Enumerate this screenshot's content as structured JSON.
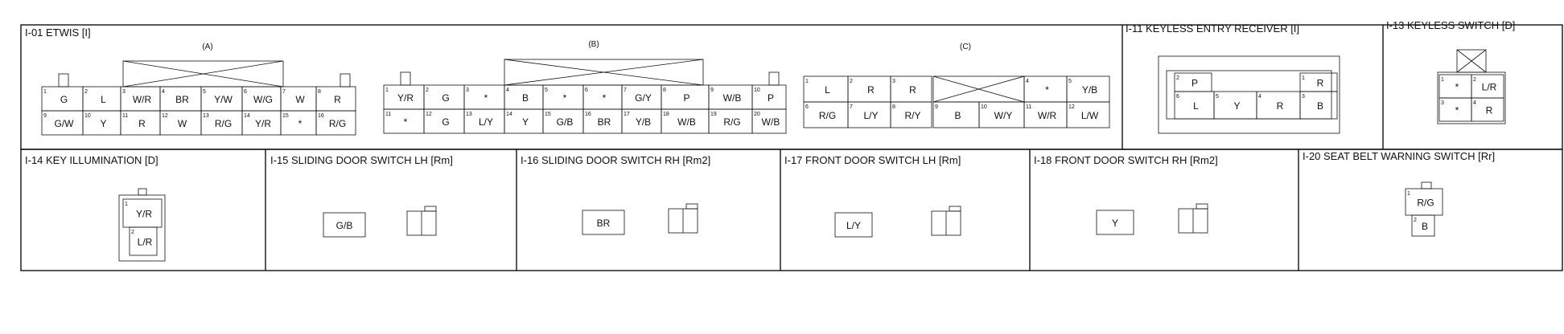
{
  "panels": {
    "i01": {
      "title": "I-01 ETWIS [I]",
      "subconnectors": [
        "(A)",
        "(B)",
        "(C)"
      ],
      "a_top": [
        [
          "1",
          "G"
        ],
        [
          "2",
          "L"
        ],
        [
          "3",
          "W/R"
        ],
        [
          "4",
          "BR"
        ],
        [
          "5",
          "Y/W"
        ],
        [
          "6",
          "W/G"
        ],
        [
          "7",
          "W"
        ],
        [
          "8",
          "R"
        ]
      ],
      "a_bot": [
        [
          "9",
          "G/W"
        ],
        [
          "10",
          "Y"
        ],
        [
          "11",
          "R"
        ],
        [
          "12",
          "W"
        ],
        [
          "13",
          "R/G"
        ],
        [
          "14",
          "Y/R"
        ],
        [
          "15",
          "*"
        ],
        [
          "16",
          "R/G"
        ]
      ],
      "b_top": [
        [
          "1",
          "Y/R"
        ],
        [
          "2",
          "G"
        ],
        [
          "3",
          "*"
        ],
        [
          "4",
          "B"
        ],
        [
          "5",
          "*"
        ],
        [
          "6",
          "*"
        ],
        [
          "7",
          "G/Y"
        ],
        [
          "8",
          "P"
        ],
        [
          "9",
          "W/B"
        ],
        [
          "10",
          "P"
        ]
      ],
      "b_bot": [
        [
          "11",
          "*"
        ],
        [
          "12",
          "G"
        ],
        [
          "13",
          "L/Y"
        ],
        [
          "14",
          "Y"
        ],
        [
          "15",
          "G/B"
        ],
        [
          "16",
          "BR"
        ],
        [
          "17",
          "Y/B"
        ],
        [
          "18",
          "W/B"
        ],
        [
          "19",
          "R/G"
        ],
        [
          "20",
          "W/B"
        ]
      ],
      "c_top": [
        [
          "1",
          "L"
        ],
        [
          "2",
          "R"
        ],
        [
          "3",
          "R"
        ],
        [
          "4",
          "*"
        ],
        [
          "5",
          "Y/B"
        ]
      ],
      "c_bot": [
        [
          "6",
          "R/G"
        ],
        [
          "7",
          "L/Y"
        ],
        [
          "8",
          "R/Y"
        ],
        [
          "9",
          "B"
        ],
        [
          "10",
          "W/Y"
        ],
        [
          "11",
          "W/R"
        ],
        [
          "12",
          "L/W"
        ]
      ]
    },
    "i11": {
      "title": "I-11 KEYLESS ENTRY RECEIVER [I]",
      "top": [
        [
          "2",
          "P"
        ],
        [
          "1",
          "R"
        ]
      ],
      "bot": [
        [
          "6",
          "L"
        ],
        [
          "5",
          "Y"
        ],
        [
          "4",
          "R"
        ],
        [
          "3",
          "B"
        ]
      ]
    },
    "i13": {
      "title": "I-13 KEYLESS SWITCH [D]",
      "top": [
        [
          "1",
          "*"
        ],
        [
          "2",
          "L/R"
        ]
      ],
      "bot": [
        [
          "3",
          "*"
        ],
        [
          "4",
          "R"
        ]
      ]
    },
    "i14": {
      "title": "I-14 KEY ILLUMINATION [D]",
      "pins": [
        [
          "1",
          "Y/R"
        ],
        [
          "2",
          "L/R"
        ]
      ]
    },
    "i15": {
      "title": "I-15 SLIDING DOOR SWITCH LH [Rm]",
      "code": "G/B"
    },
    "i16": {
      "title": "I-16 SLIDING DOOR SWITCH RH [Rm2]",
      "code": "BR"
    },
    "i17": {
      "title": "I-17 FRONT DOOR SWITCH LH [Rm]",
      "code": "L/Y"
    },
    "i18": {
      "title": "I-18 FRONT DOOR SWITCH RH [Rm2]",
      "code": "Y"
    },
    "i20": {
      "title": "I-20 SEAT BELT WARNING SWITCH [Rr]",
      "pins": [
        [
          "1",
          "R/G"
        ],
        [
          "2",
          "B"
        ]
      ]
    }
  }
}
